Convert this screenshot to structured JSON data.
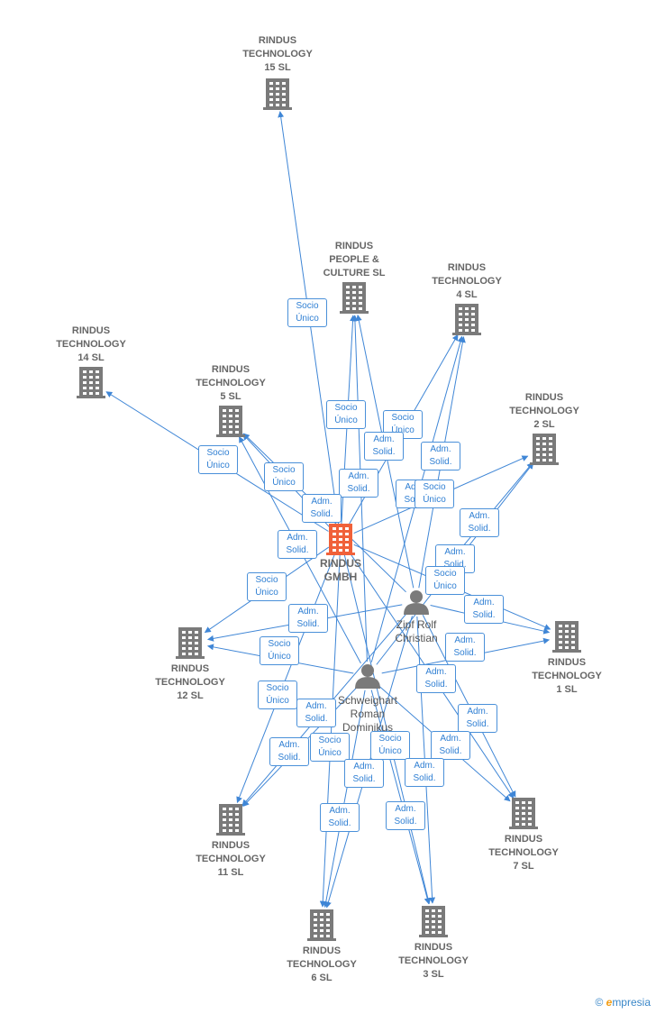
{
  "colors": {
    "edge": "#3f86d6",
    "company": "#7a7a7a",
    "center": "#f0613a",
    "person": "#7a7a7a"
  },
  "nodes": [
    {
      "id": "gmbh",
      "label": "RINDUS\nGMBH",
      "kind": "center"
    },
    {
      "id": "zipf",
      "label": "Zipf Rolf\nChristian",
      "kind": "person"
    },
    {
      "id": "schw",
      "label": "Schweighart\nRoman\nDominikus",
      "kind": "person"
    },
    {
      "id": "t15",
      "label": "RINDUS\nTECHNOLOGY\n15  SL",
      "kind": "company"
    },
    {
      "id": "ppl",
      "label": "RINDUS\nPEOPLE &\nCULTURE  SL",
      "kind": "company"
    },
    {
      "id": "t4",
      "label": "RINDUS\nTECHNOLOGY\n4  SL",
      "kind": "company"
    },
    {
      "id": "t14",
      "label": "RINDUS\nTECHNOLOGY\n14  SL",
      "kind": "company"
    },
    {
      "id": "t5",
      "label": "RINDUS\nTECHNOLOGY\n5  SL",
      "kind": "company"
    },
    {
      "id": "t2",
      "label": "RINDUS\nTECHNOLOGY\n2  SL",
      "kind": "company"
    },
    {
      "id": "t12",
      "label": "RINDUS\nTECHNOLOGY\n12  SL",
      "kind": "company"
    },
    {
      "id": "t1",
      "label": "RINDUS\nTECHNOLOGY\n1  SL",
      "kind": "company"
    },
    {
      "id": "t11",
      "label": "RINDUS\nTECHNOLOGY\n11  SL",
      "kind": "company"
    },
    {
      "id": "t7",
      "label": "RINDUS\nTECHNOLOGY\n7  SL",
      "kind": "company"
    },
    {
      "id": "t6",
      "label": "RINDUS\nTECHNOLOGY\n6  SL",
      "kind": "company"
    },
    {
      "id": "t3",
      "label": "RINDUS\nTECHNOLOGY\n3  SL",
      "kind": "company"
    }
  ],
  "badges": [
    "Socio\nÚnico",
    "Socio\nÚnico",
    "Socio\nÚnico",
    "Adm.\nSolid.",
    "Adm.\nSolid.",
    "Socio\nÚnico",
    "Adm.\nSolid.",
    "Adm.\nSolid.",
    "Adm.\nSolid.",
    "Socio\nÚnico",
    "Adm.\nSolid.",
    "Socio\nÚnico",
    "Adm.\nSolid.",
    "Adm.\nSolid.",
    "Socio\nÚnico",
    "Adm.\nSolid.",
    "Adm.\nSolid.",
    "Socio\nÚnico",
    "Adm.\nSolid.",
    "Socio\nÚnico",
    "Adm.\nSolid.",
    "Adm.\nSolid.",
    "Adm.\nSolid.",
    "Adm.\nSolid.",
    "Adm.\nSolid.",
    "Socio\nÚnico",
    "Socio\nÚnico",
    "Adm.\nSolid.",
    "Adm.\nSolid.",
    "Adm.\nSolid.",
    "Adm.\nSolid.",
    "Adm.\nSolid.",
    "Adm.\nSolid.",
    "Adm.\nSolid.",
    "Adm.\nSolid.",
    "Socio\nÚnico"
  ],
  "footer": {
    "copyright": "©",
    "brand_e": "e",
    "brand_rest": "mpresia"
  }
}
